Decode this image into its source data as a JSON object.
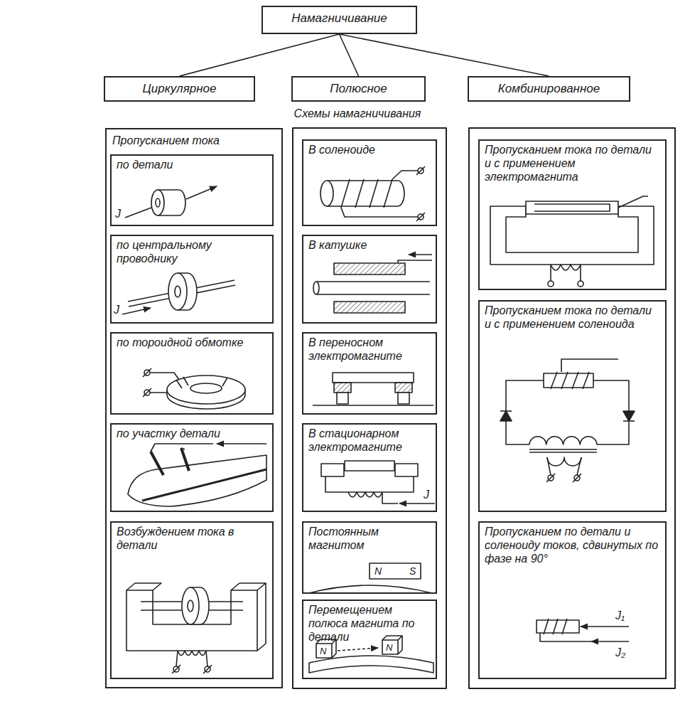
{
  "diagram": {
    "nodes": [
      {
        "text": [
          "Намагничивание"
        ]
      },
      {
        "text": [
          "Циркулярное"
        ]
      },
      {
        "text": [
          "Полюсное"
        ]
      },
      {
        "text": [
          "Комбинированное"
        ]
      },
      {
        "text": [
          "Пропусканием тока"
        ]
      },
      {
        "text": [
          "по детали"
        ],
        "in": 4
      },
      {
        "text": [
          "по центральному проводнику"
        ],
        "in": 4
      },
      {
        "text": [
          "по тороидной обмотке"
        ],
        "in": 4
      },
      {
        "text": [
          "по участку детали"
        ],
        "in": 4
      },
      {
        "text": [
          "Возбуждением тока в детали"
        ],
        "in": 4
      },
      {
        "text": [
          "В соленоиде"
        ]
      },
      {
        "text": [
          "В катушке"
        ]
      },
      {
        "text": [
          "В переносном электромагните"
        ]
      },
      {
        "text": [
          "В стационарном электромагните"
        ]
      },
      {
        "text": [
          "Постоянным магнитом"
        ]
      },
      {
        "text": [
          "Перемещением полюса магнита по детали"
        ]
      },
      {
        "text": [
          "Пропусканием тока по детали и с применением электромагнита"
        ]
      },
      {
        "text": [
          "Пропусканием тока по детали и с применением соленоида"
        ]
      },
      {
        "text": [
          "Пропусканием по детали и соленоиду токов, сдвинутых по фазе на 90°"
        ]
      }
    ],
    "edges": [
      {
        "from": 0,
        "to": 1,
        "arrow": "none"
      },
      {
        "from": 0,
        "to": 2,
        "arrow": "none"
      },
      {
        "from": 0,
        "to": 3,
        "arrow": "none"
      }
    ],
    "labels": [
      "Схемы намагничивания",
      "J",
      "J",
      "J",
      "N",
      "S",
      "N",
      "N",
      "J₁",
      "J₂"
    ]
  }
}
